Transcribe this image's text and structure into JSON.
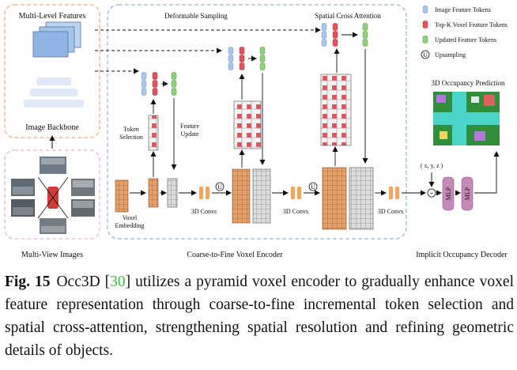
{
  "labels": {
    "multi_level_features": "Multi-Level Features",
    "image_backbone": "Image Backbone",
    "multi_view_images": "Multi-View Images",
    "deformable_sampling": "Deformable Sampling",
    "spatial_cross_attention": "Spatial Cross Attention",
    "token_selection_1": "Token",
    "token_selection_2": "Selection",
    "feature_update_1": "Feature",
    "feature_update_2": "Update",
    "voxel_embedding_1": "Voxel",
    "voxel_embedding_2": "Embedding",
    "conv_1": "3D Convs",
    "conv_2": "3D Convs",
    "conv_3": "3D Convs",
    "upsample_symbol": "U",
    "coarse_to_fine": "Coarse-to-Fine Voxel Encoder",
    "occupancy_prediction": "3D Occupancy Prediction",
    "xyz": "( x, y, z )",
    "plus": "+",
    "mlp_1": "MLP",
    "mlp_2": "MLP",
    "decoder": "Implicit Occupancy Decoder"
  },
  "legend": {
    "image_tokens": "Image Feature Tokens",
    "topk_tokens": "Top-K Voxel Feature Tokens",
    "updated_tokens": "Updated Feature Tokens",
    "upsampling": "Upsampling",
    "upsampling_symbol": "U"
  },
  "colors": {
    "image_token": "#a9c6ea",
    "topk_token": "#e0525e",
    "updated_token": "#8fcf7a",
    "voxel_orange": "#e8a06a",
    "conv_orange": "#f2a55c",
    "mlp_purple": "#c48ab8",
    "backbone_box": "#f4b183",
    "images_box": "#f2b8c0",
    "encoder_box": "#9ab7dc"
  },
  "caption": {
    "fig": "Fig. 15",
    "before_ref": "Occ3D [",
    "ref": "30",
    "after_ref": "] utilizes a pyramid voxel encoder to gradually enhance voxel feature representation through coarse-to-fine incremental token selection and spatial cross-attention, strengthening spatial resolution and refining geometric details of objects."
  }
}
